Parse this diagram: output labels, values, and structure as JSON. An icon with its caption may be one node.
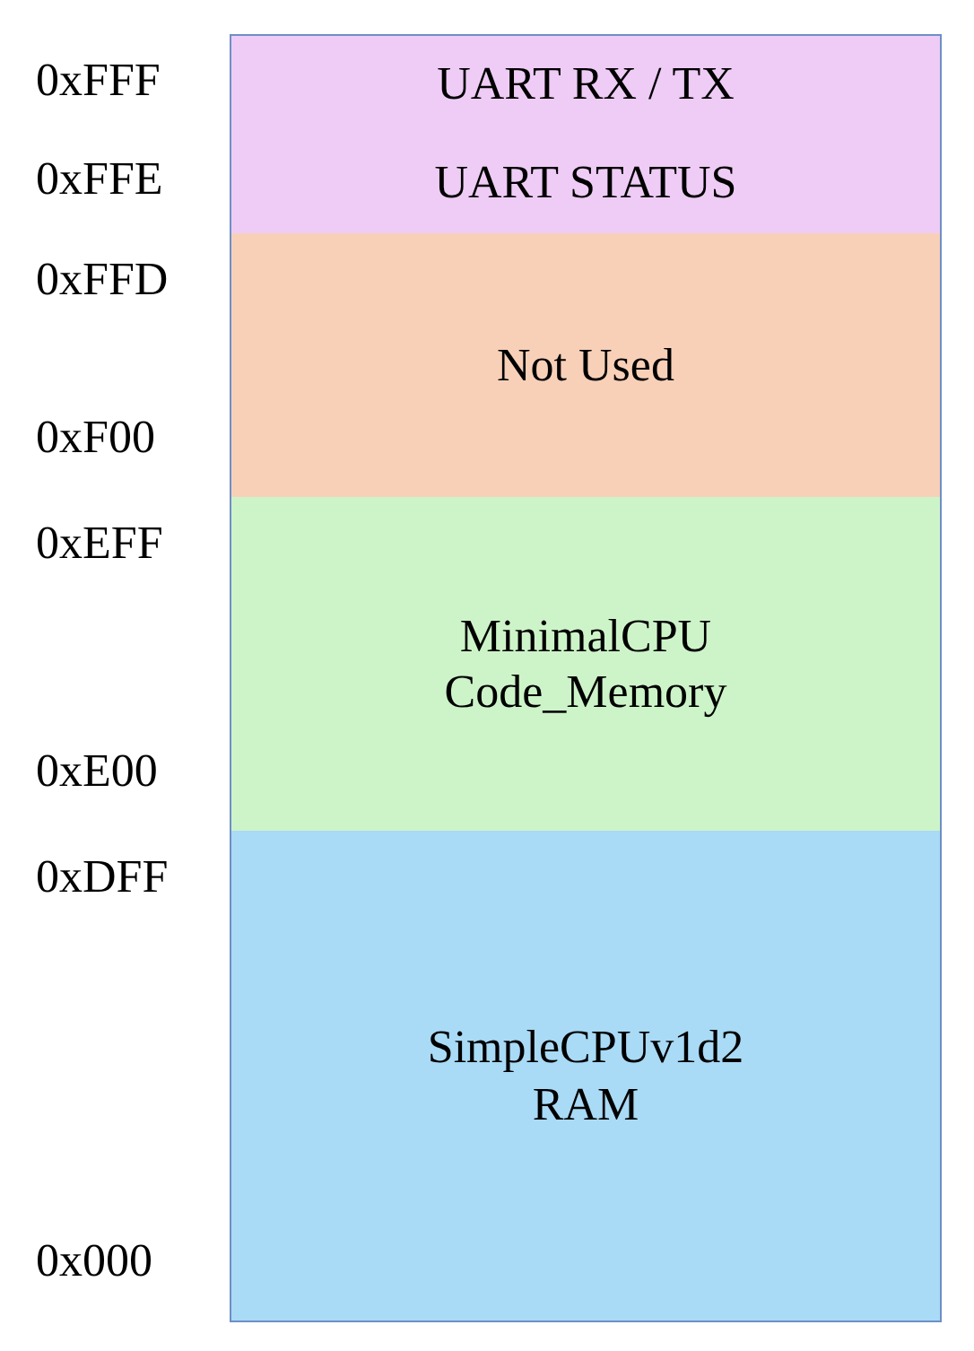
{
  "diagram": {
    "nodes": [
      {
        "text": [
          "UART RX / TX"
        ],
        "beside": [
          "0xFFF"
        ]
      },
      {
        "text": [
          "UART STATUS"
        ],
        "beside": [
          "0xFFE"
        ]
      },
      {
        "text": [
          "Not Used"
        ],
        "beside": [
          "0xFFD",
          "0xF00"
        ]
      },
      {
        "text": [
          "MinimalCPU Code_Memory"
        ],
        "beside": [
          "0xEFF",
          "0xE00"
        ]
      },
      {
        "text": [
          "SimpleCPUv1d2 RAM"
        ],
        "beside": [
          "0xDFF",
          "0x000"
        ]
      }
    ]
  }
}
